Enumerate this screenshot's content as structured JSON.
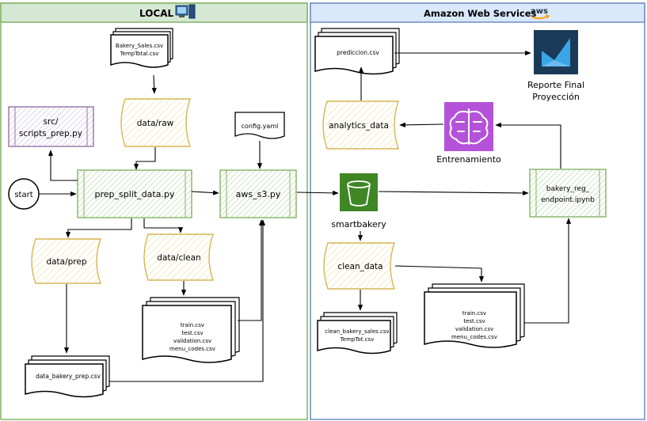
{
  "colors": {
    "local_border": "#82b366",
    "local_header_bg": "#d5e8d4",
    "aws_border": "#6c8ebf",
    "aws_header_bg": "#dae8fc",
    "process_fill": "#d5e8d4",
    "process_stroke": "#82b366",
    "store_fill": "#fff2cc",
    "store_stroke": "#d6b656",
    "script_fill": "#e1d5e7",
    "script_stroke": "#9673a6",
    "doc_fill": "#ffffff",
    "doc_stroke": "#000000",
    "s3_green": "#3f8624",
    "sagemaker_purple": "#b552d9",
    "quicksight_bg": "#1b3a57",
    "quicksight_accent": "#3aa6e8",
    "aws_logo_orange": "#ff9900"
  },
  "panels": {
    "local": {
      "title": "LOCAL",
      "icon": "computer-icon"
    },
    "aws": {
      "title": "Amazon Web Services",
      "icon": "aws-logo-icon",
      "logo_text": "aws"
    }
  },
  "nodes": {
    "start": "start",
    "scripts_line1": "src/",
    "scripts_line2": "scripts_prep.py",
    "prep_split": "prep_split_data.py",
    "config": "config.yaml",
    "aws_s3": "aws_s3.py",
    "raw_files": [
      "Bakery_Sales.csv",
      "TempTotal.csv"
    ],
    "data_raw": "data/raw",
    "data_prep": "data/prep",
    "data_clean": "data/clean",
    "clean_files_local": [
      "train.csv",
      "test.csv",
      "validation.csv",
      "menu_codes.csv"
    ],
    "prep_file": "data_bakery_prep.csv",
    "prediction_file": "prediccion.csv",
    "analytics": "analytics_data",
    "report_line1": "Reporte Final",
    "report_line2": "Proyección",
    "training": "Entrenamiento",
    "bucket": "smartbakery",
    "notebook_line1": "bakery_reg_",
    "notebook_line2": "endpoint.ipynb",
    "clean_data": "clean_data",
    "clean_files_aws": [
      "clean_bakery_sales.csv",
      "TempTot.csv"
    ],
    "split_files_aws": [
      "train.csv",
      "test.csv",
      "validation.csv",
      "menu_codes.csv"
    ]
  }
}
